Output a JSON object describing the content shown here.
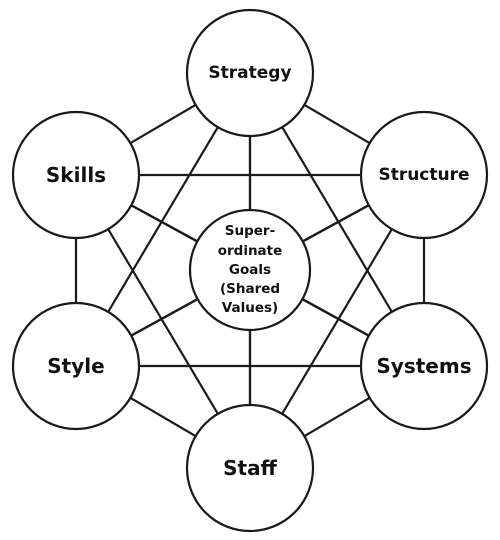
{
  "nodes": {
    "strategy": {
      "label": "Strategy"
    },
    "structure": {
      "label": "Structure"
    },
    "skills": {
      "label": "Skills"
    },
    "style": {
      "label": "Style"
    },
    "systems": {
      "label": "Systems"
    },
    "staff": {
      "label": "Staff"
    },
    "center": {
      "lines": [
        "Super-",
        "ordinate",
        "Goals",
        "(Shared",
        "Values)"
      ]
    }
  },
  "edges": [
    [
      "strategy",
      "skills"
    ],
    [
      "strategy",
      "structure"
    ],
    [
      "strategy",
      "style"
    ],
    [
      "strategy",
      "systems"
    ],
    [
      "strategy",
      "staff"
    ],
    [
      "strategy",
      "center"
    ],
    [
      "skills",
      "structure"
    ],
    [
      "skills",
      "style"
    ],
    [
      "skills",
      "systems"
    ],
    [
      "skills",
      "staff"
    ],
    [
      "skills",
      "center"
    ],
    [
      "structure",
      "style"
    ],
    [
      "structure",
      "systems"
    ],
    [
      "structure",
      "staff"
    ],
    [
      "structure",
      "center"
    ],
    [
      "style",
      "systems"
    ],
    [
      "style",
      "staff"
    ],
    [
      "style",
      "center"
    ],
    [
      "systems",
      "staff"
    ],
    [
      "systems",
      "center"
    ],
    [
      "staff",
      "center"
    ]
  ]
}
